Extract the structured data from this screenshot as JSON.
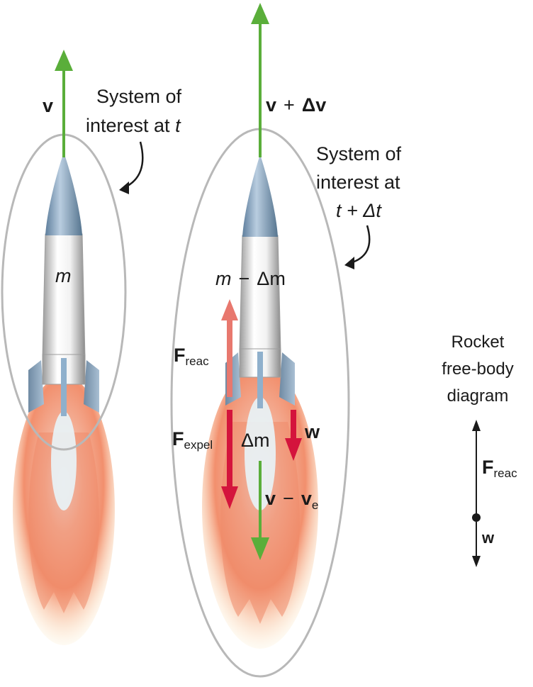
{
  "left": {
    "velocity": {
      "symbol": "v"
    },
    "system": {
      "line1": "System of",
      "line2_prefix": "interest at ",
      "line2_var": "t"
    },
    "mass": "m"
  },
  "middle": {
    "velocity": {
      "symbol": "v",
      "op": "+",
      "delta": "Δv"
    },
    "system": {
      "line1": "System of",
      "line2": "interest at",
      "line3": "t + Δt"
    },
    "mass": {
      "m": "m",
      "op": "−",
      "dm": "Δm"
    },
    "f_reac": {
      "main": "F",
      "sub": "reac"
    },
    "f_expel": {
      "main": "F",
      "sub": "expel"
    },
    "weight": "w",
    "expelled_mass": "Δm",
    "exhaust_velocity": {
      "v": "v",
      "op": "−",
      "ve_main": "v",
      "ve_sub": "e"
    }
  },
  "free_body": {
    "title_line1": "Rocket",
    "title_line2": "free-body",
    "title_line3": "diagram",
    "f_reac": {
      "main": "F",
      "sub": "reac"
    },
    "weight": "w"
  },
  "colors": {
    "velocity_arrow": "#5aae3a",
    "force_arrow": "#d4143c",
    "reaction_arrow": "#e8786e",
    "system_outline": "#b8b8b8",
    "nose_cone": "#7f9fbd",
    "body": "#e6e6e6",
    "flame_outer": "#f5a87a",
    "flame_core": "#dff0f7"
  }
}
